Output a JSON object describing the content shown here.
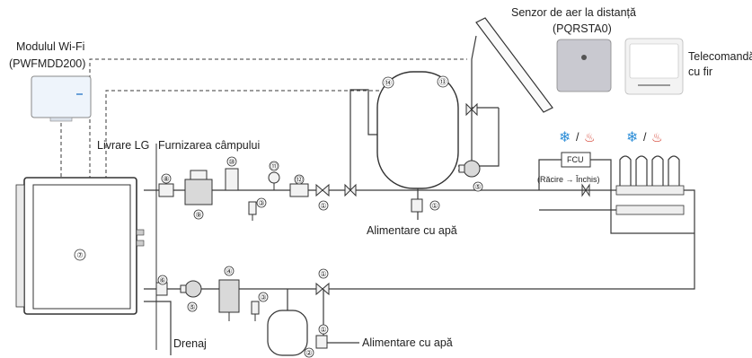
{
  "labels": {
    "wifi_module": "Modulul Wi-Fi",
    "wifi_model": "(PWFMDD200)",
    "remote_sensor": "Senzor de aer la distanță",
    "remote_sensor_model": "(PQRSTA0)",
    "wired_remote_line1": "Telecomandă",
    "wired_remote_line2": "cu fir",
    "lg_supply": "Livrare LG",
    "field_supply": "Furnizarea câmpului",
    "water_supply_top": "Alimentare cu apă",
    "water_supply_bottom": "Alimentare cu apă",
    "drain": "Drenaj",
    "fcu": "FCU",
    "fcu_note": "(Răcire → Închis)",
    "slash_left": "/",
    "slash_right": "/"
  },
  "markers": {
    "m1_a": "①",
    "m1_b": "①",
    "m1_c": "①",
    "m1_d": "①",
    "m2": "②",
    "m3_a": "③",
    "m3_b": "③",
    "m4": "④",
    "m5_a": "⑤",
    "m5_b": "⑤",
    "m6": "⑥",
    "m7": "⑦",
    "m8": "⑧",
    "m9": "⑨",
    "m10": "⑩",
    "m11": "⑪",
    "m12": "⑫",
    "m13": "⑬",
    "m14": "⑭"
  },
  "icons": {
    "cooling": "snowflake-icon",
    "heating": "heat-wave-icon"
  },
  "colors": {
    "cooling": "#2f8fd8",
    "heating": "#d23a2a",
    "pipe": "#3a3a3a"
  }
}
